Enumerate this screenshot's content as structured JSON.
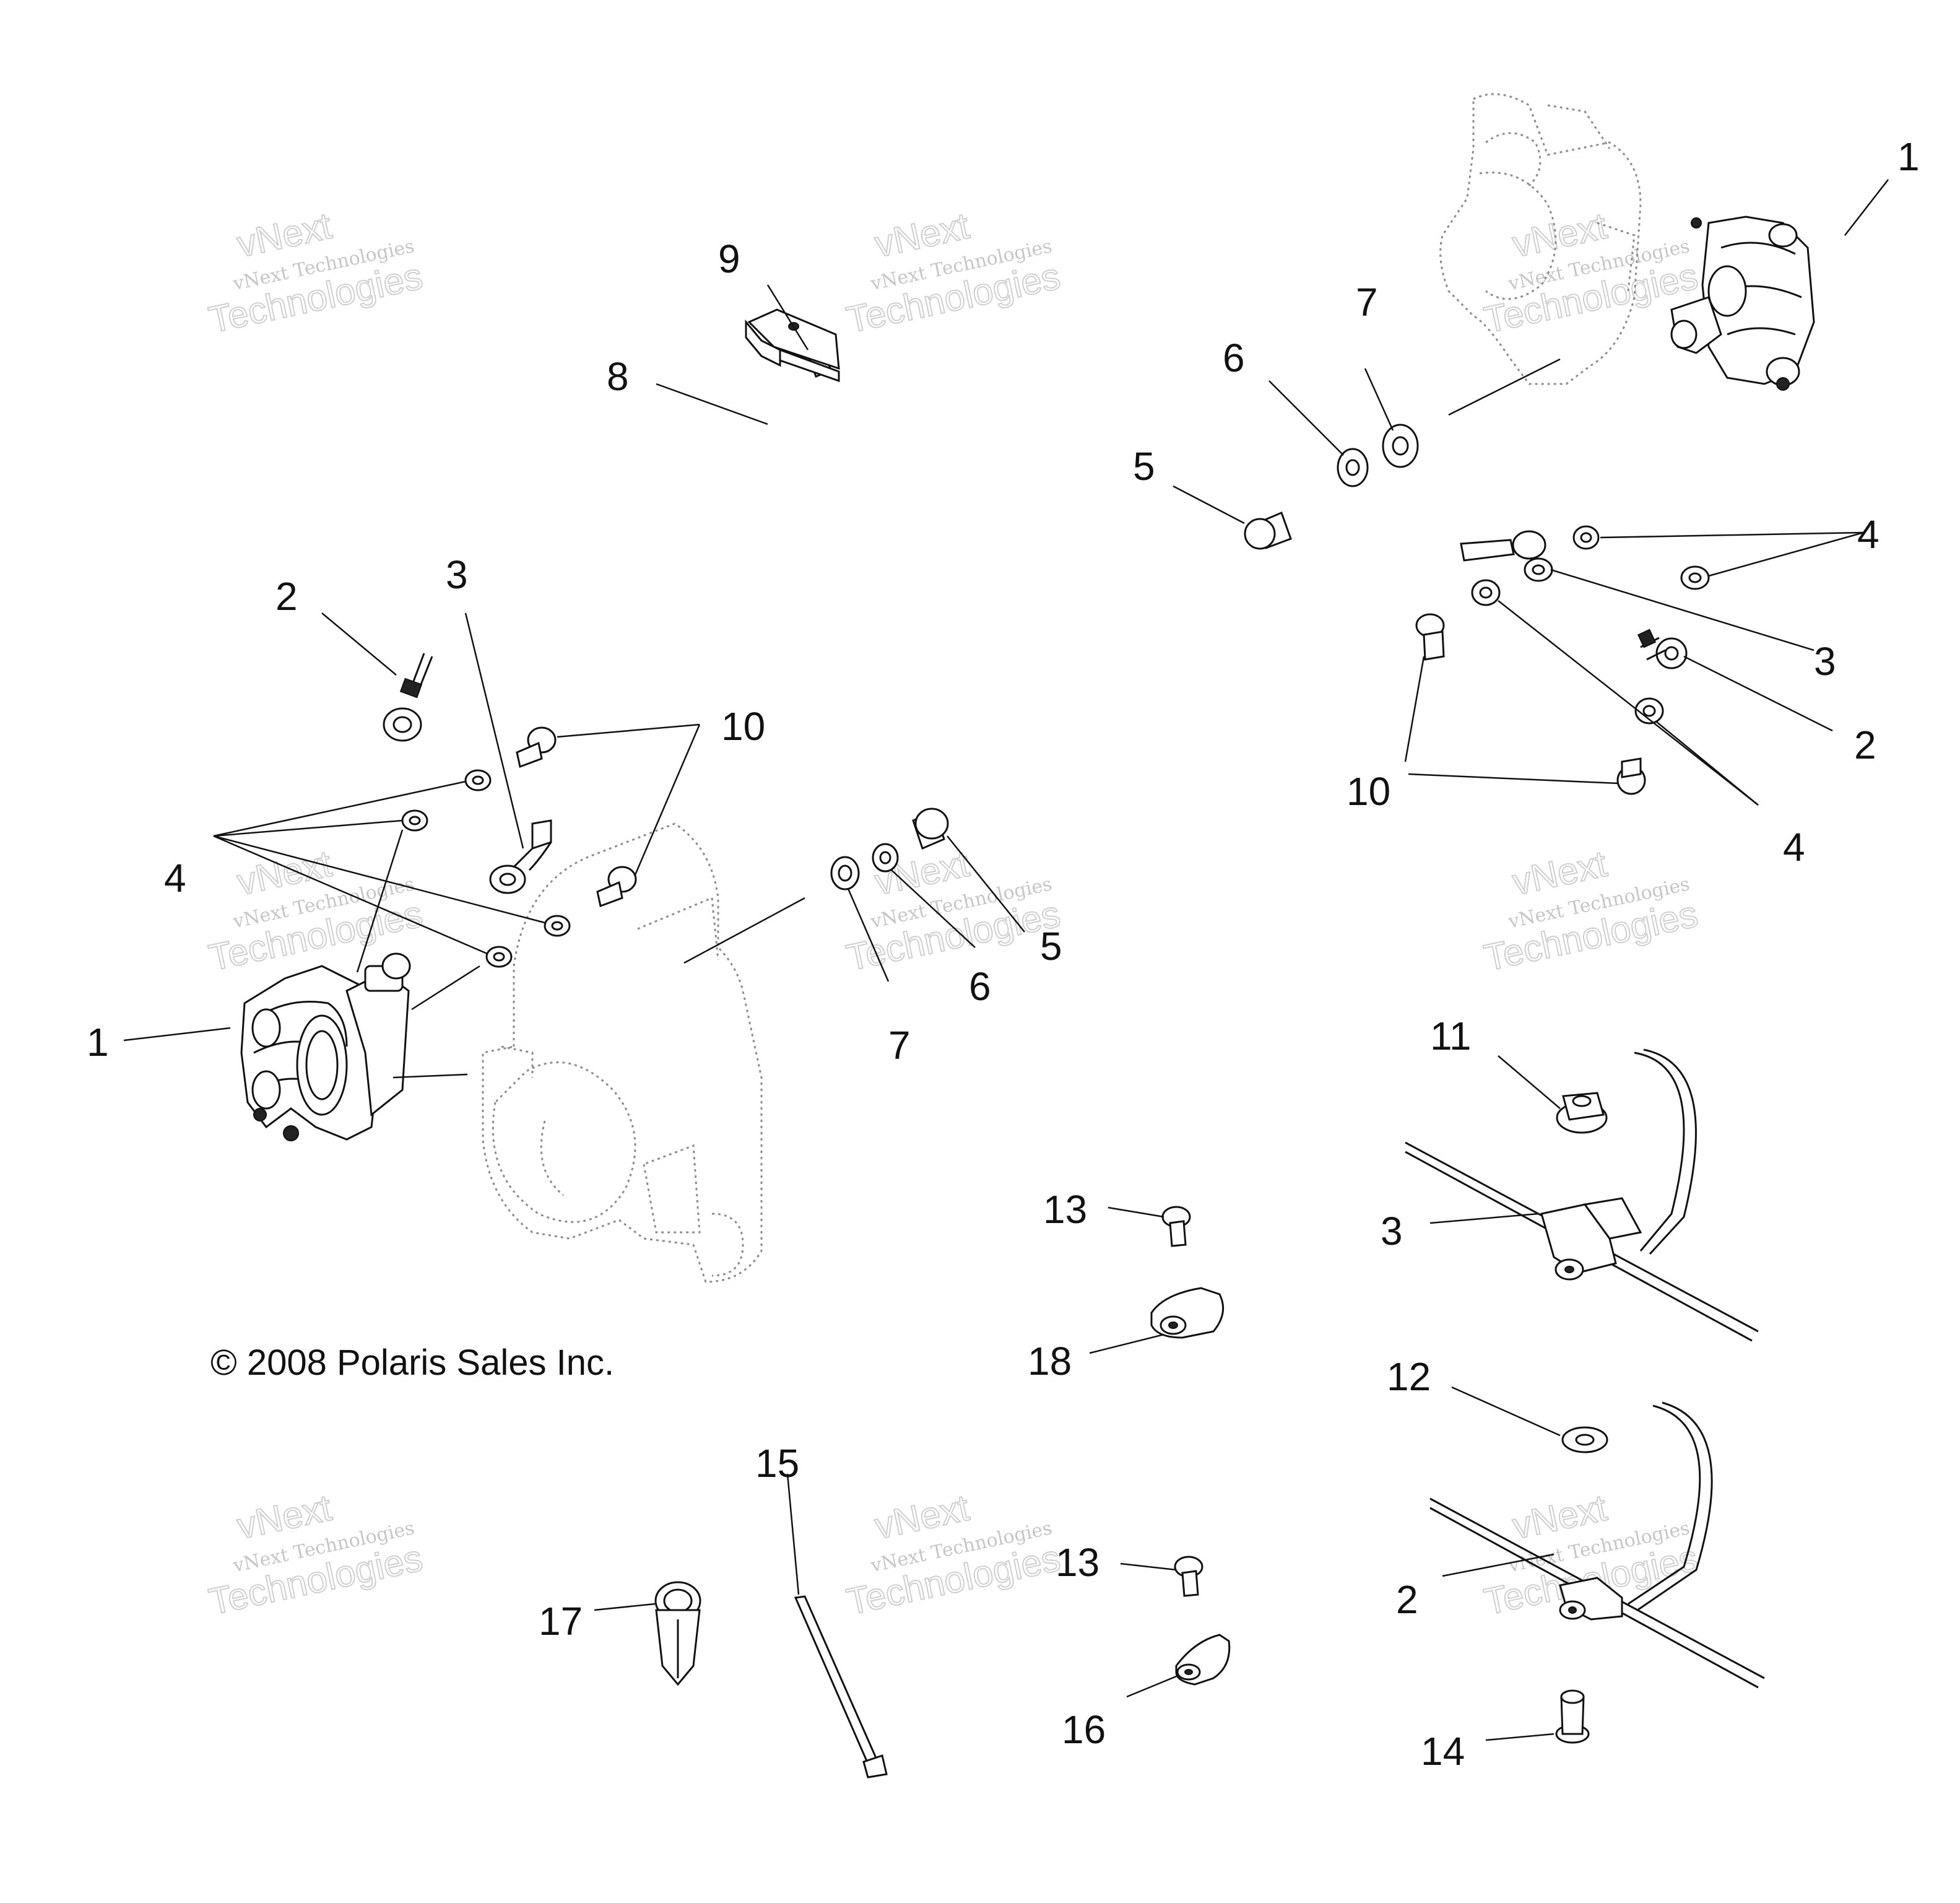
{
  "copyright": "© 2008 Polaris Sales Inc.",
  "watermark": {
    "line1": "vNext Technologies",
    "line2": "vNext",
    "line3": "Technologies"
  },
  "callouts": {
    "c1_left": "1",
    "c1_right": "1",
    "c2_left": "2",
    "c2_right": "2",
    "c2_clamp": "2",
    "c3_left": "3",
    "c3_right": "3",
    "c3_clamp": "3",
    "c4_left": "4",
    "c4_right_top": "4",
    "c4_right_bottom": "4",
    "c5_left": "5",
    "c5_right": "5",
    "c6_left": "6",
    "c6_right": "6",
    "c7_left": "7",
    "c7_right": "7",
    "c8": "8",
    "c9": "9",
    "c10_left": "10",
    "c10_right": "10",
    "c11": "11",
    "c12": "12",
    "c13_top": "13",
    "c13_bottom": "13",
    "c14": "14",
    "c15": "15",
    "c16": "16",
    "c17": "17",
    "c18": "18"
  }
}
